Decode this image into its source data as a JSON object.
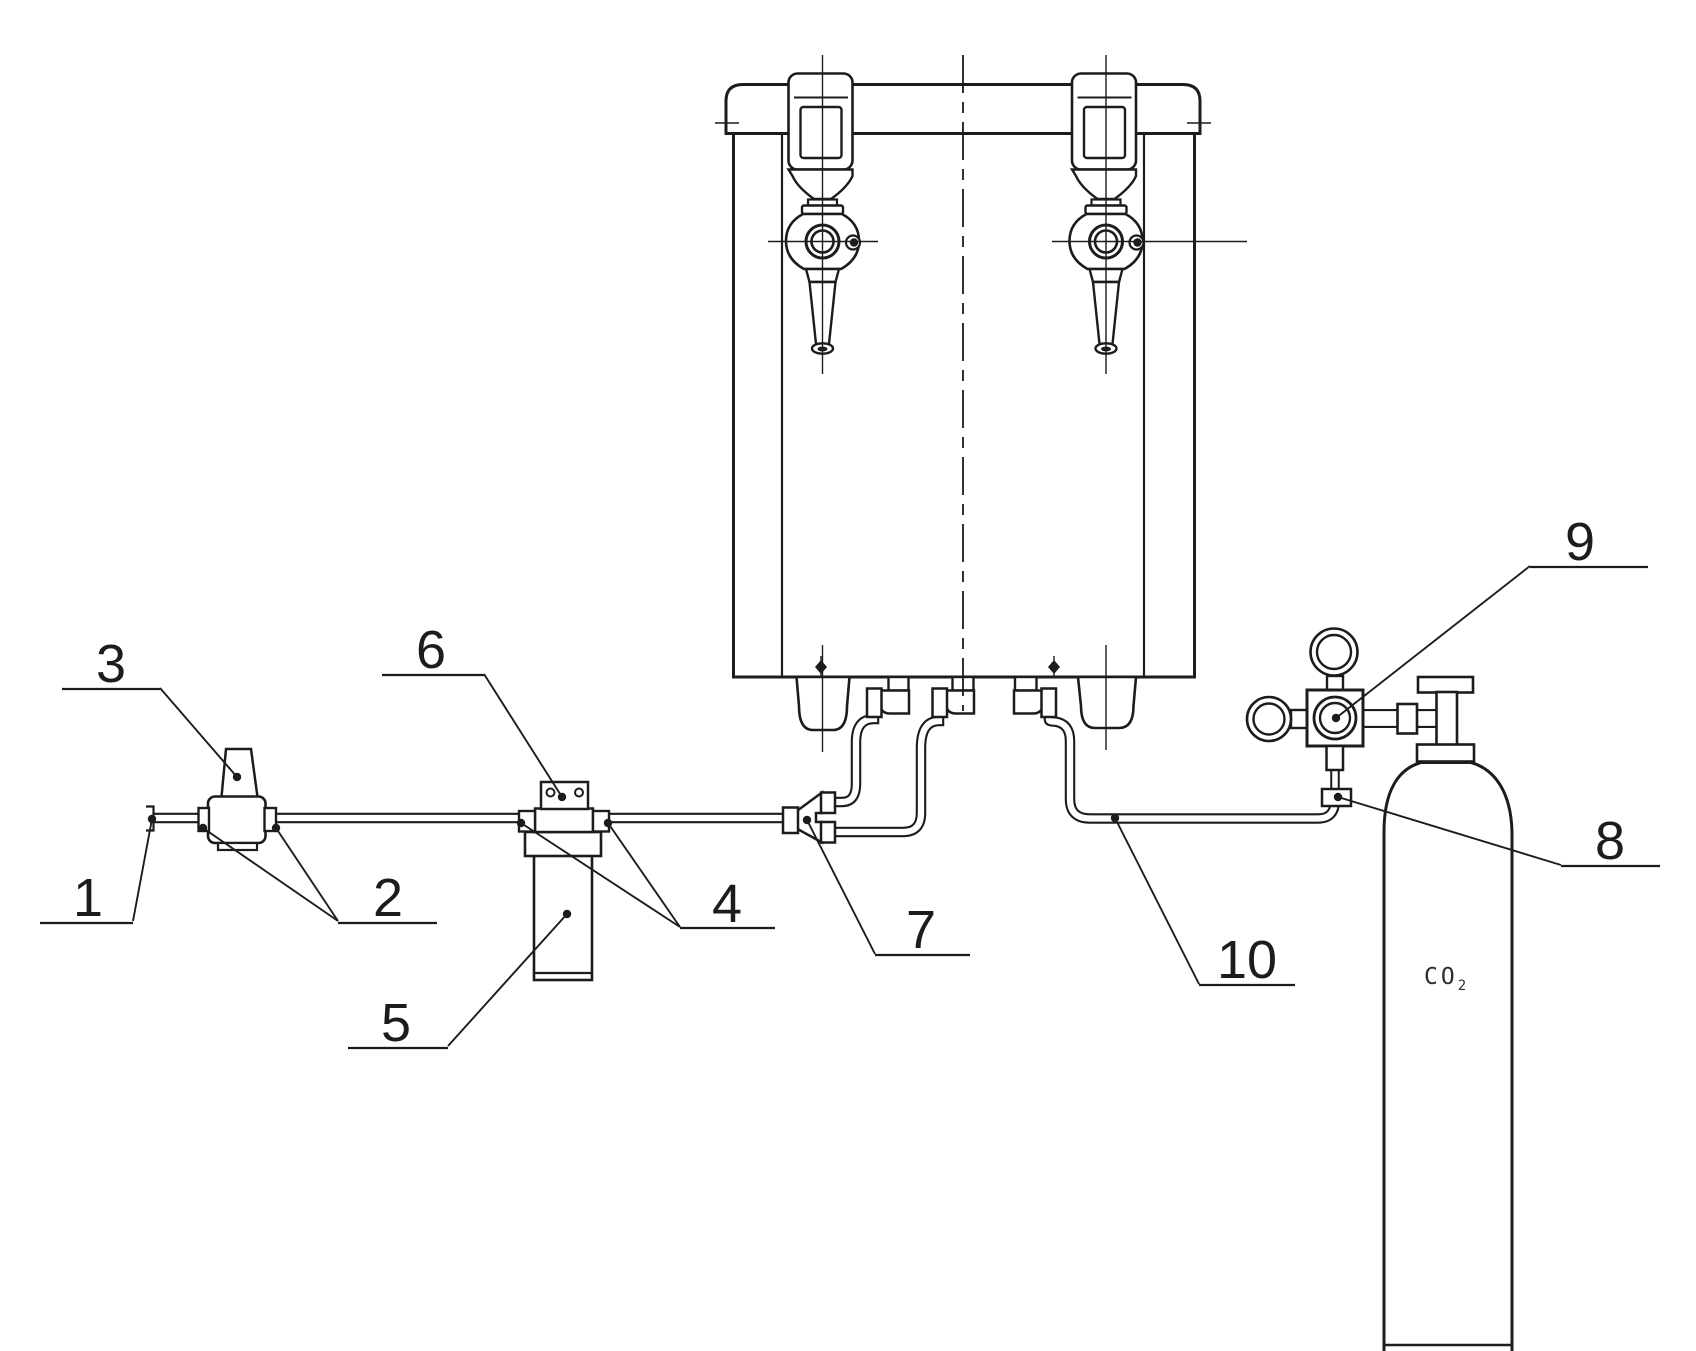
{
  "colors": {
    "line": "#1c1c1c",
    "background": "#ffffff"
  },
  "labels": [
    {
      "id": "1",
      "text": "1"
    },
    {
      "id": "2",
      "text": "2"
    },
    {
      "id": "3",
      "text": "3"
    },
    {
      "id": "4",
      "text": "4"
    },
    {
      "id": "5",
      "text": "5"
    },
    {
      "id": "6",
      "text": "6"
    },
    {
      "id": "7",
      "text": "7"
    },
    {
      "id": "8",
      "text": "8"
    },
    {
      "id": "9",
      "text": "9"
    },
    {
      "id": "10",
      "text": "10"
    }
  ],
  "cylinder": {
    "gas_main": "CO",
    "gas_sub": "2"
  }
}
